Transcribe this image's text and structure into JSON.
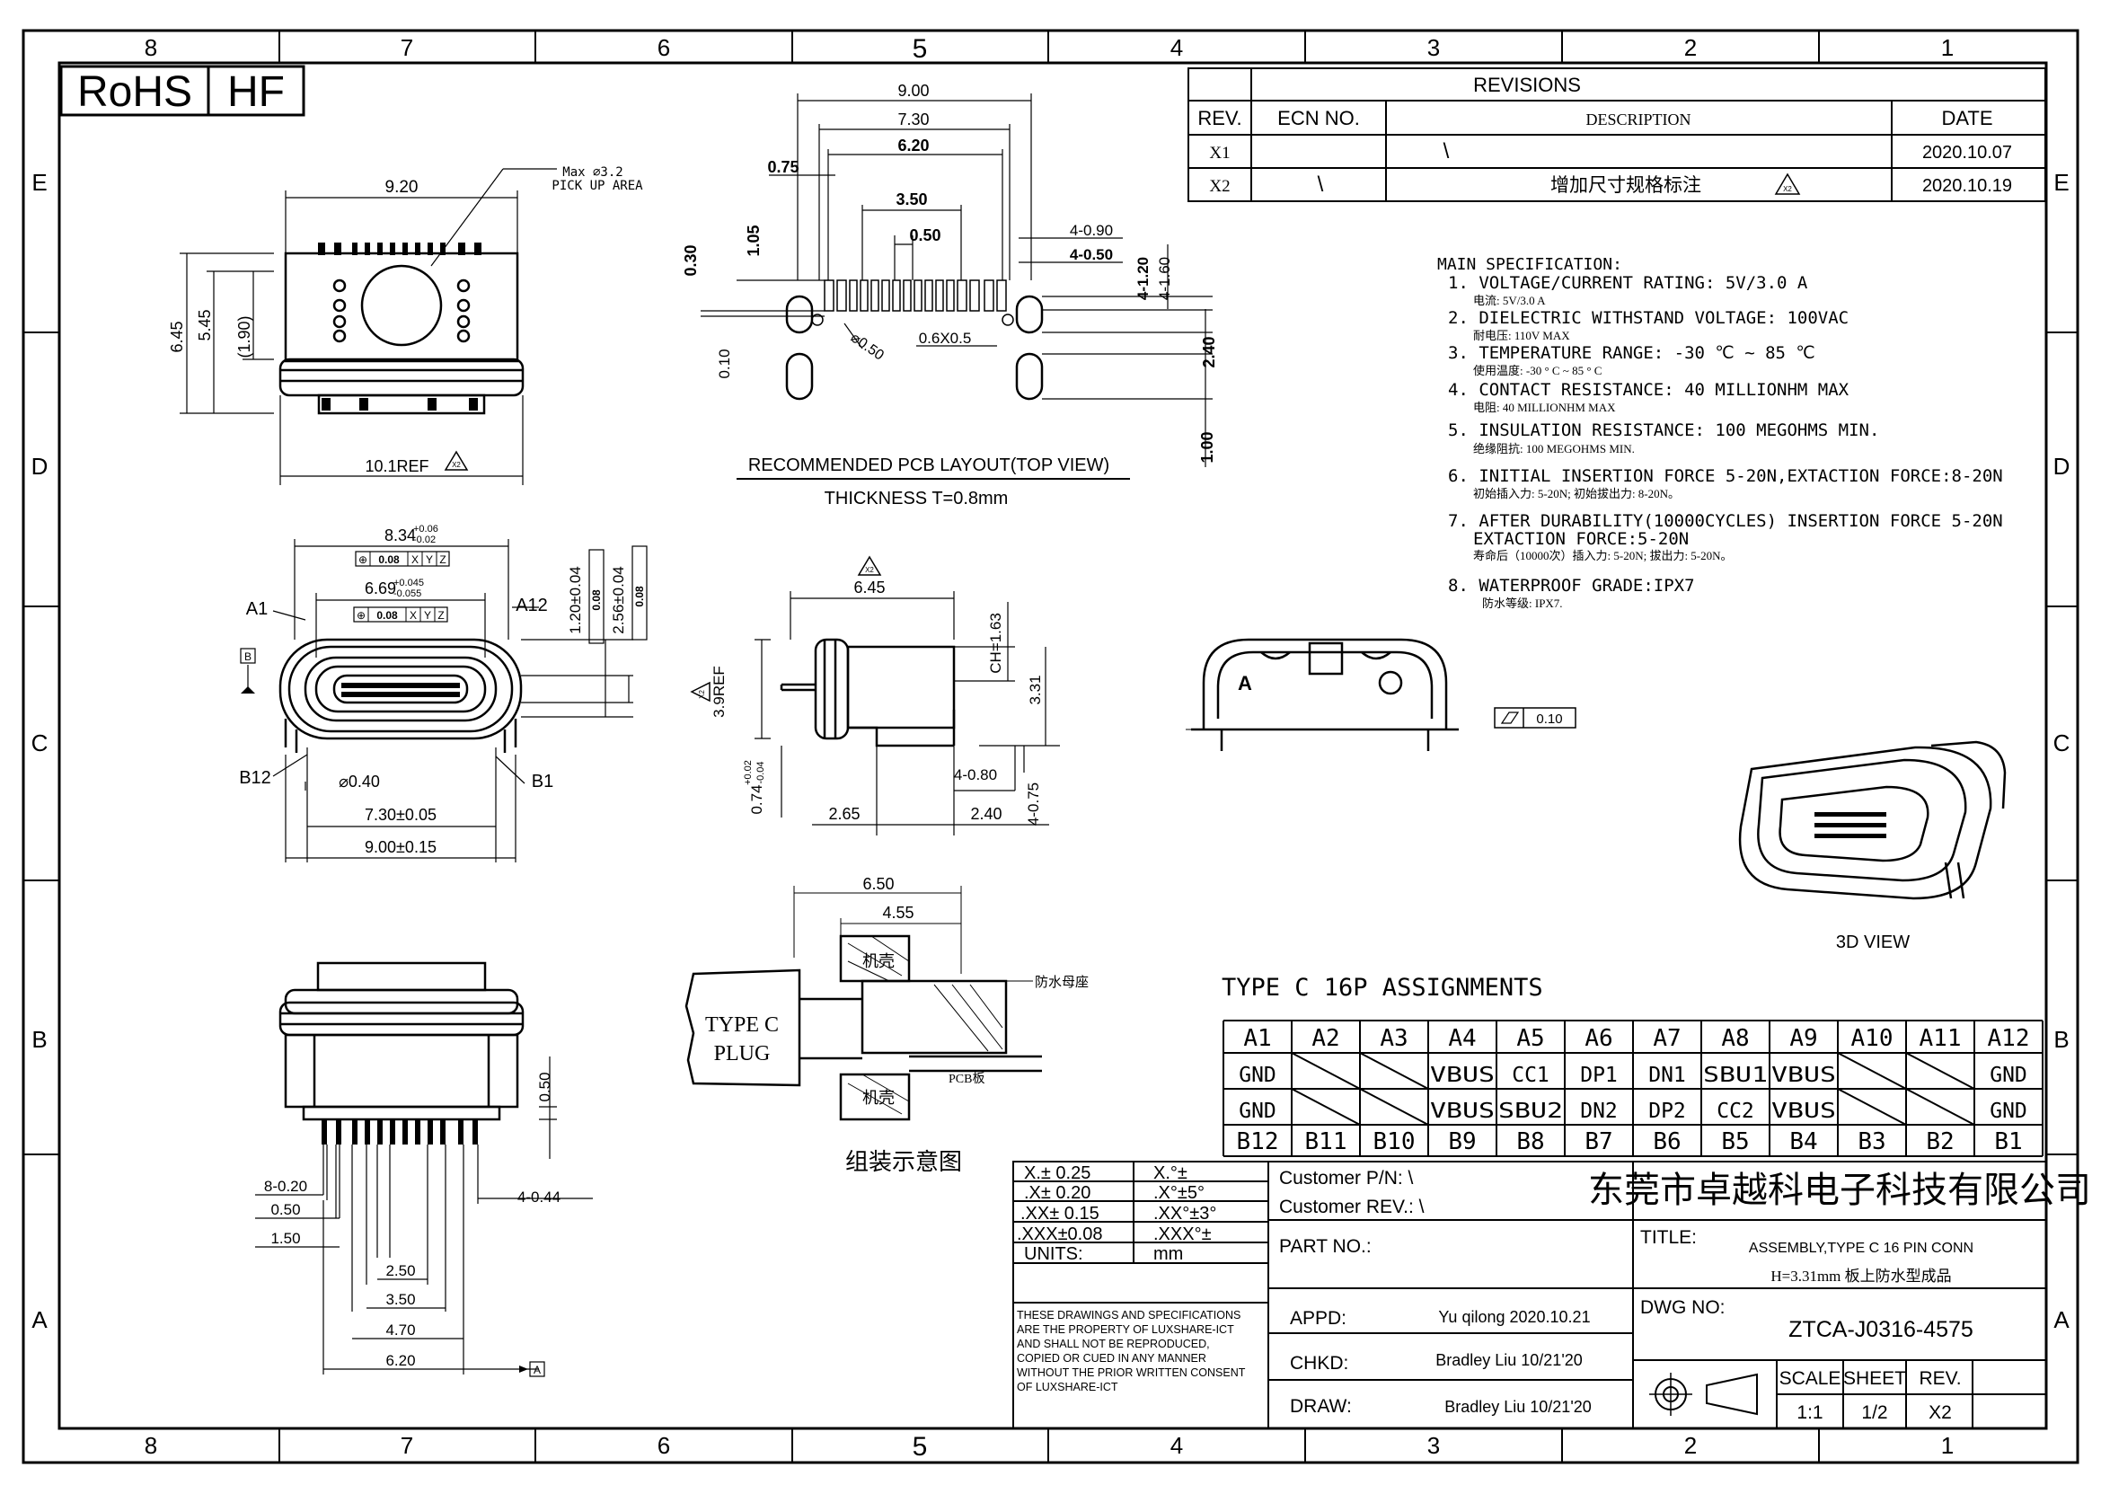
{
  "border": {
    "top_numbers": [
      "8",
      "7",
      "6",
      "5",
      "4",
      "3",
      "2",
      "1"
    ],
    "bottom_numbers": [
      "8",
      "7",
      "6",
      "5",
      "4",
      "3",
      "2",
      "1"
    ],
    "left_letters": [
      "E",
      "D",
      "C",
      "B",
      "A"
    ],
    "right_letters": [
      "E",
      "D",
      "C",
      "B",
      "A"
    ]
  },
  "badges": {
    "rohs": "RoHS",
    "hf": "HF"
  },
  "revisions": {
    "title": "REVISIONS",
    "headers": {
      "rev": "REV.",
      "ecn": "ECN NO.",
      "desc": "DESCRIPTION",
      "date": "DATE"
    },
    "rows": [
      {
        "rev": "X1",
        "ecn": "",
        "desc": "\\",
        "date": "2020.10.07"
      },
      {
        "rev": "X2",
        "ecn": "\\",
        "desc": "增加尺寸规格标注",
        "date": "2020.10.19"
      }
    ],
    "revmark": "X2"
  },
  "spec": {
    "heading": "MAIN SPECIFICATION:",
    "items": [
      {
        "en": "1. VOLTAGE/CURRENT RATING: 5V/3.0 A",
        "cn": "电流: 5V/3.0 A"
      },
      {
        "en": "2. DIELECTRIC WITHSTAND VOLTAGE: 100VAC",
        "cn": "耐电压: 110V MAX"
      },
      {
        "en": "3. TEMPERATURE RANGE: -30 ℃ ~ 85 ℃",
        "cn": "使用温度: -30 ° C ~ 85 ° C"
      },
      {
        "en": "4. CONTACT RESISTANCE: 40 MILLIONHM MAX",
        "cn": "电阻: 40 MILLIONHM MAX"
      },
      {
        "en": "5. INSULATION RESISTANCE: 100 MEGOHMS MIN.",
        "cn": "绝缘阻抗: 100 MEGOHMS MIN."
      },
      {
        "en": "6. INITIAL INSERTION FORCE 5-20N,EXTACTION FORCE:8-20N",
        "cn": "初始插入力: 5-20N; 初始拔出力: 8-20N。"
      },
      {
        "en": "7. AFTER DURABILITY(10000CYCLES) INSERTION FORCE 5-20N",
        "en2": "EXTACTION FORCE:5-20N",
        "cn": "寿命后（10000次）插入力: 5-20N; 拔出力: 5-20N。"
      },
      {
        "en": "8. WATERPROOF GRADE:IPX7",
        "cn": "防水等级: IPX7."
      }
    ]
  },
  "top_view": {
    "width_top": "9.20",
    "pickup_note_1": "Max ⌀3.2",
    "pickup_note_2": "PICK UP AREA",
    "h1": "6.45",
    "h2": "5.45",
    "h3": "(1.90)",
    "ref": "10.1REF",
    "revmark": "X2"
  },
  "pcb": {
    "d_900": "9.00",
    "d_730": "7.30",
    "d_620": "6.20",
    "d_075": "0.75",
    "d_350": "3.50",
    "d_050": "0.50",
    "d_105": "1.05",
    "d_030": "0.30",
    "d_010": "0.10",
    "d_490": "4-0.90",
    "d_450": "4-0.50",
    "d_4120": "4-1.20",
    "d_4160": "4-1.60",
    "d_240": "2.40",
    "d_100": "1.00",
    "d_phi": "⌀0.50",
    "d_06": "0.6X0.5",
    "title": "RECOMMENDED PCB LAYOUT(TOP VIEW)",
    "thickness": "THICKNESS T=0.8mm"
  },
  "front_view": {
    "w1": "8.34",
    "w1_tol_up": "+0.06",
    "w1_tol_dn": "-0.02",
    "w2": "6.69",
    "w2_tol_up": "+0.045",
    "w2_tol_dn": "-0.055",
    "gdt1": "0.08",
    "gdt_x": "X",
    "gdt_y": "Y",
    "gdt_z": "Z",
    "a1": "A1",
    "a12": "A12",
    "b12": "B12",
    "b1": "B1",
    "datum_b": "B",
    "v120": "1.20±0.04",
    "v256": "2.56±0.04",
    "phi040": "⌀0.40",
    "w730": "7.30±0.05",
    "w900": "9.00±0.15",
    "gdt_pos": "⊕"
  },
  "side_view": {
    "w645": "6.45",
    "ch163": "CH=1.63",
    "h331": "3.31",
    "ref39": "3.9REF",
    "v074": "0.74",
    "v074_up": "+0.02",
    "v074_dn": "-0.04",
    "w265": "2.65",
    "w240": "2.40",
    "d480": "4-0.80",
    "d475": "4-0.75",
    "revmark": "X2"
  },
  "end_view": {
    "label_a": "A",
    "flatness": "0.10"
  },
  "view3d": {
    "label": "3D VIEW"
  },
  "assembly": {
    "w650": "6.50",
    "w455": "4.55",
    "plug_1": "TYPE C",
    "plug_2": "PLUG",
    "shell_top": "机壳",
    "shell_bot": "机壳",
    "socket": "防水母座",
    "pcb_board": "PCB板",
    "caption": "组装示意图"
  },
  "bottom_view": {
    "d050": "0.50",
    "d820": "8-0.20",
    "d0_50": "0.50",
    "d150": "1.50",
    "d250": "2.50",
    "d350": "3.50",
    "d470": "4.70",
    "d620": "6.20",
    "d444": "4-0.44",
    "datum_a": "A"
  },
  "assignments": {
    "title": "TYPE C  16P  ASSIGNMENTS",
    "top_header": [
      "A1",
      "A2",
      "A3",
      "A4",
      "A5",
      "A6",
      "A7",
      "A8",
      "A9",
      "A10",
      "A11",
      "A12"
    ],
    "row_a": [
      "GND",
      "",
      "",
      "VBUS",
      "CC1",
      "DP1",
      "DN1",
      "SBU1",
      "VBUS",
      "",
      "",
      "GND"
    ],
    "row_b": [
      "GND",
      "",
      "",
      "VBUS",
      "SBU2",
      "DN2",
      "DP2",
      "CC2",
      "VBUS",
      "",
      "",
      "GND"
    ],
    "bottom_header": [
      "B12",
      "B11",
      "B10",
      "B9",
      "B8",
      "B7",
      "B6",
      "B5",
      "B4",
      "B3",
      "B2",
      "B1"
    ]
  },
  "title_block": {
    "tolerances": [
      [
        "X.± 0.25",
        "X.°±"
      ],
      [
        ".X± 0.20",
        ".X°±5°"
      ],
      [
        ".XX± 0.15",
        ".XX°±3°"
      ],
      [
        ".XXX±0.08",
        ".XXX°±"
      ],
      [
        "UNITS:",
        "mm"
      ]
    ],
    "notice": [
      "THESE DRAWINGS AND SPECIFICATIONS",
      "ARE THE PROPERTY OF LUXSHARE-ICT",
      "AND SHALL NOT BE REPRODUCED,",
      "COPIED OR CUED IN ANY MANNER",
      "WITHOUT THE PRIOR WRITTEN CONSENT",
      "OF LUXSHARE-ICT"
    ],
    "customer_pn": "Customer P/N: \\",
    "customer_rev": "Customer REV.: \\",
    "part_no": "PART NO.:",
    "company": "东莞市卓越科电子科技有限公司",
    "title_label": "TITLE:",
    "title_1": "ASSEMBLY,TYPE C 16 PIN CONN",
    "title_2": "H=3.31mm 板上防水型成品",
    "appd_label": "APPD:",
    "appd_value": "Yu qilong  2020.10.21",
    "chkd_label": "CHKD:",
    "chkd_value": "Bradley Liu  10/21'20",
    "draw_label": "DRAW:",
    "draw_value": "Bradley Liu  10/21'20",
    "dwg_label": "DWG NO:",
    "dwg_value": "ZTCA-J0316-4575",
    "scale_label": "SCALE",
    "scale_value": "1:1",
    "sheet_label": "SHEET",
    "sheet_value": "1/2",
    "rev_label": "REV.",
    "rev_value": "X2"
  }
}
